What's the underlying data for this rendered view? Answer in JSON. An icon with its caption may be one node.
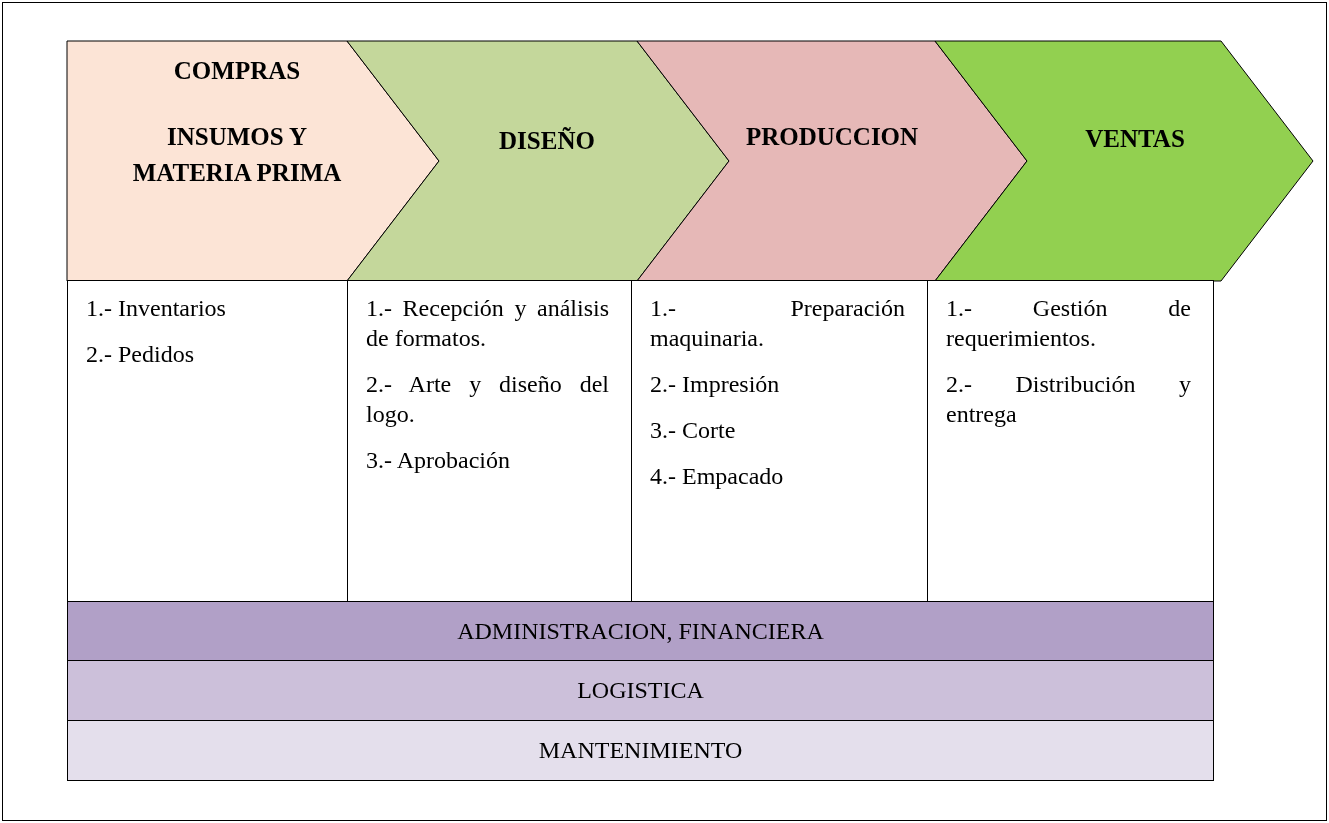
{
  "diagram": {
    "nodes": [
      {
        "text": [
          "COMPRAS",
          "INSUMOS Y MATERIA PRIMA"
        ]
      },
      {
        "text": [
          "DISEÑO"
        ]
      },
      {
        "text": [
          "PRODUCCION"
        ]
      },
      {
        "text": [
          "VENTAS"
        ]
      },
      {
        "text": [
          "1.- Inventarios",
          "2.- Pedidos"
        ]
      },
      {
        "text": [
          "1.- Recepción y análisis de formatos.",
          "2.- Arte y diseño del logo.",
          "3.- Aprobación"
        ]
      },
      {
        "text": [
          "1.- Preparación maquinaria.",
          "2.- Impresión",
          "3.- Corte",
          "4.- Empacado"
        ]
      },
      {
        "text": [
          "1.- Gestión de requerimientos.",
          "2.- Distribución y entrega"
        ]
      },
      {
        "text": [
          "ADMINISTRACION, FINANCIERA"
        ]
      },
      {
        "text": [
          "LOGISTICA"
        ]
      },
      {
        "text": [
          "MANTENIMIENTO"
        ]
      }
    ]
  }
}
